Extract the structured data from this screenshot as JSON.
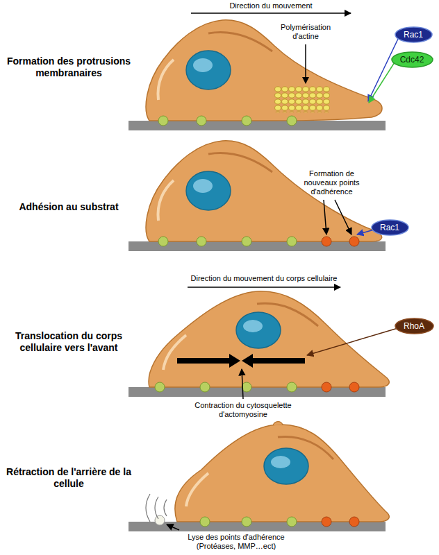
{
  "diagram": {
    "nodes": [
      {
        "text": [
          "Rac1"
        ]
      },
      {
        "text": [
          "Cdc42"
        ]
      },
      {
        "text": [
          "Rac1"
        ]
      },
      {
        "text": [
          "RhoA"
        ]
      }
    ],
    "labels": [
      "Direction du mouvement",
      "Formation des protrusions membranaires",
      "Polymérisation d'actine",
      "Adhésion au substrat",
      "Formation de nouveaux points d'adhérence",
      "Direction du mouvement du corps cellulaire",
      "Translocation du corps cellulaire vers l'avant",
      "Contraction du cytosquelette d'actomyosine",
      "Rétraction de l'arrière de la cellule",
      "Lyse des points d'adhérence (Protéases, MMP…ect)"
    ]
  }
}
